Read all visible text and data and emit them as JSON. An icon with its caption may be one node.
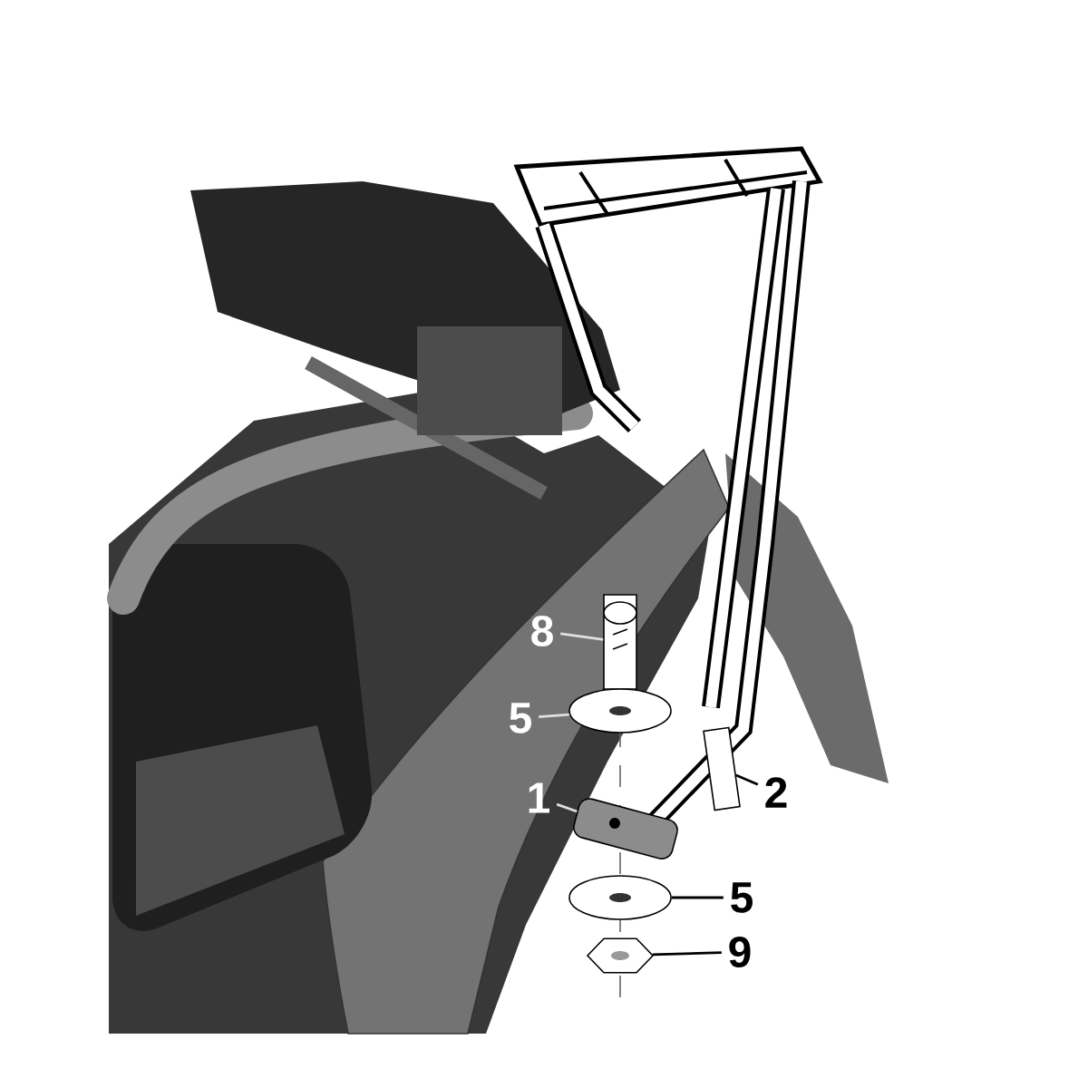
{
  "diagram": {
    "nodes": [
      {
        "text": [
          "8"
        ]
      },
      {
        "text": [
          "5"
        ]
      },
      {
        "text": [
          "1"
        ]
      },
      {
        "text": [
          "2"
        ]
      },
      {
        "text": [
          "5"
        ]
      },
      {
        "text": [
          "9"
        ]
      },
      {
        "text": [],
        "shape": "picture"
      },
      {
        "text": [],
        "shape": "picture"
      },
      {
        "text": [],
        "shape": "picture"
      },
      {
        "text": [],
        "shape": "picture"
      },
      {
        "text": [],
        "shape": "picture"
      },
      {
        "text": [],
        "shape": "picture"
      }
    ],
    "edges": [
      {
        "from": 0,
        "to": 6,
        "arrow": "none",
        "color": "#e0e0e0"
      },
      {
        "from": 1,
        "to": 7,
        "arrow": "none",
        "color": "#e0e0e0"
      },
      {
        "from": 2,
        "to": 8,
        "arrow": "none",
        "color": "#e0e0e0"
      },
      {
        "from": 3,
        "to": 9,
        "arrow": "none",
        "color": "#000000"
      },
      {
        "from": 4,
        "to": 10,
        "arrow": "none",
        "color": "#000000"
      },
      {
        "from": 5,
        "to": 11,
        "arrow": "none",
        "color": "#000000"
      }
    ]
  }
}
